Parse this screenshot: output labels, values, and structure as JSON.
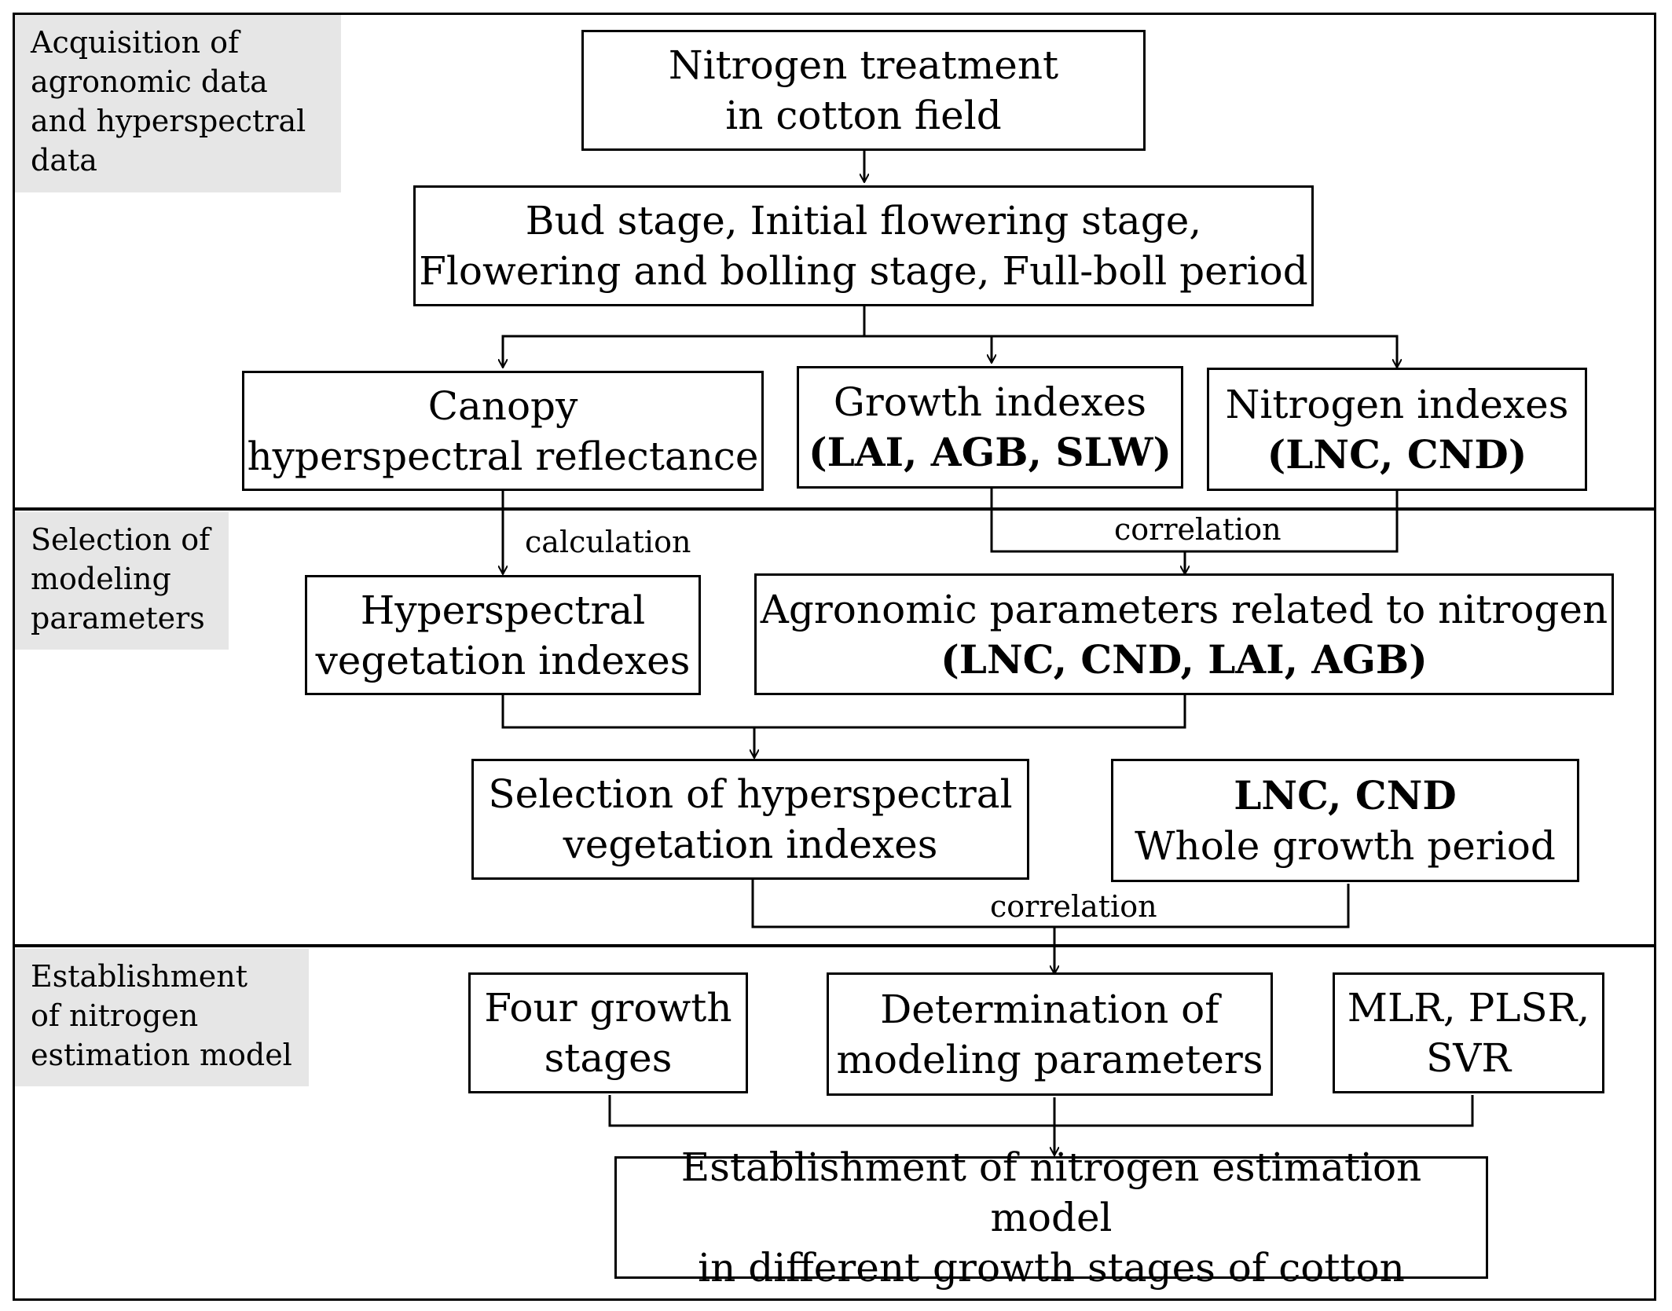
{
  "sections": [
    {
      "label": "Acquisition of\nagronomic data\nand hyperspectral\ndata"
    },
    {
      "label": "Selection of\nmodeling\nparameters"
    },
    {
      "label": "Establishment\nof nitrogen\nestimation model"
    }
  ],
  "nodes": {
    "nitrogen_treatment": {
      "line1": "Nitrogen treatment",
      "line2": "in cotton field"
    },
    "growth_stages": {
      "line1": "Bud stage,  Initial flowering stage,",
      "line2": "Flowering and bolling stage, Full-boll period"
    },
    "canopy": {
      "line1": "Canopy",
      "line2": "hyperspectral reflectance"
    },
    "growth_indexes": {
      "line1": "Growth indexes",
      "line2": "(LAI, AGB, SLW)"
    },
    "nitrogen_indexes": {
      "line1": "Nitrogen indexes",
      "line2": "(LNC, CND)"
    },
    "hyperspectral_vi": {
      "line1": "Hyperspectral",
      "line2": "vegetation indexes"
    },
    "agronomic_params": {
      "line1": "Agronomic parameters related to nitrogen",
      "line2": "(LNC, CND, LAI, AGB)"
    },
    "selection_hvi": {
      "line1": "Selection of hyperspectral",
      "line2": "vegetation indexes"
    },
    "lnc_cnd": {
      "line1": "LNC, CND",
      "line2": "Whole growth period"
    },
    "four_stages": {
      "line1": "Four growth",
      "line2": "stages"
    },
    "determination": {
      "line1": "Determination of",
      "line2": "modeling parameters"
    },
    "methods": {
      "line1": "MLR, PLSR,",
      "line2": "SVR"
    },
    "final_model": {
      "line1": "Establishment of nitrogen estimation model",
      "line2": "in different growth stages of cotton"
    }
  },
  "edge_labels": {
    "calculation": "calculation",
    "correlation_1": "correlation",
    "correlation_2": "correlation"
  }
}
